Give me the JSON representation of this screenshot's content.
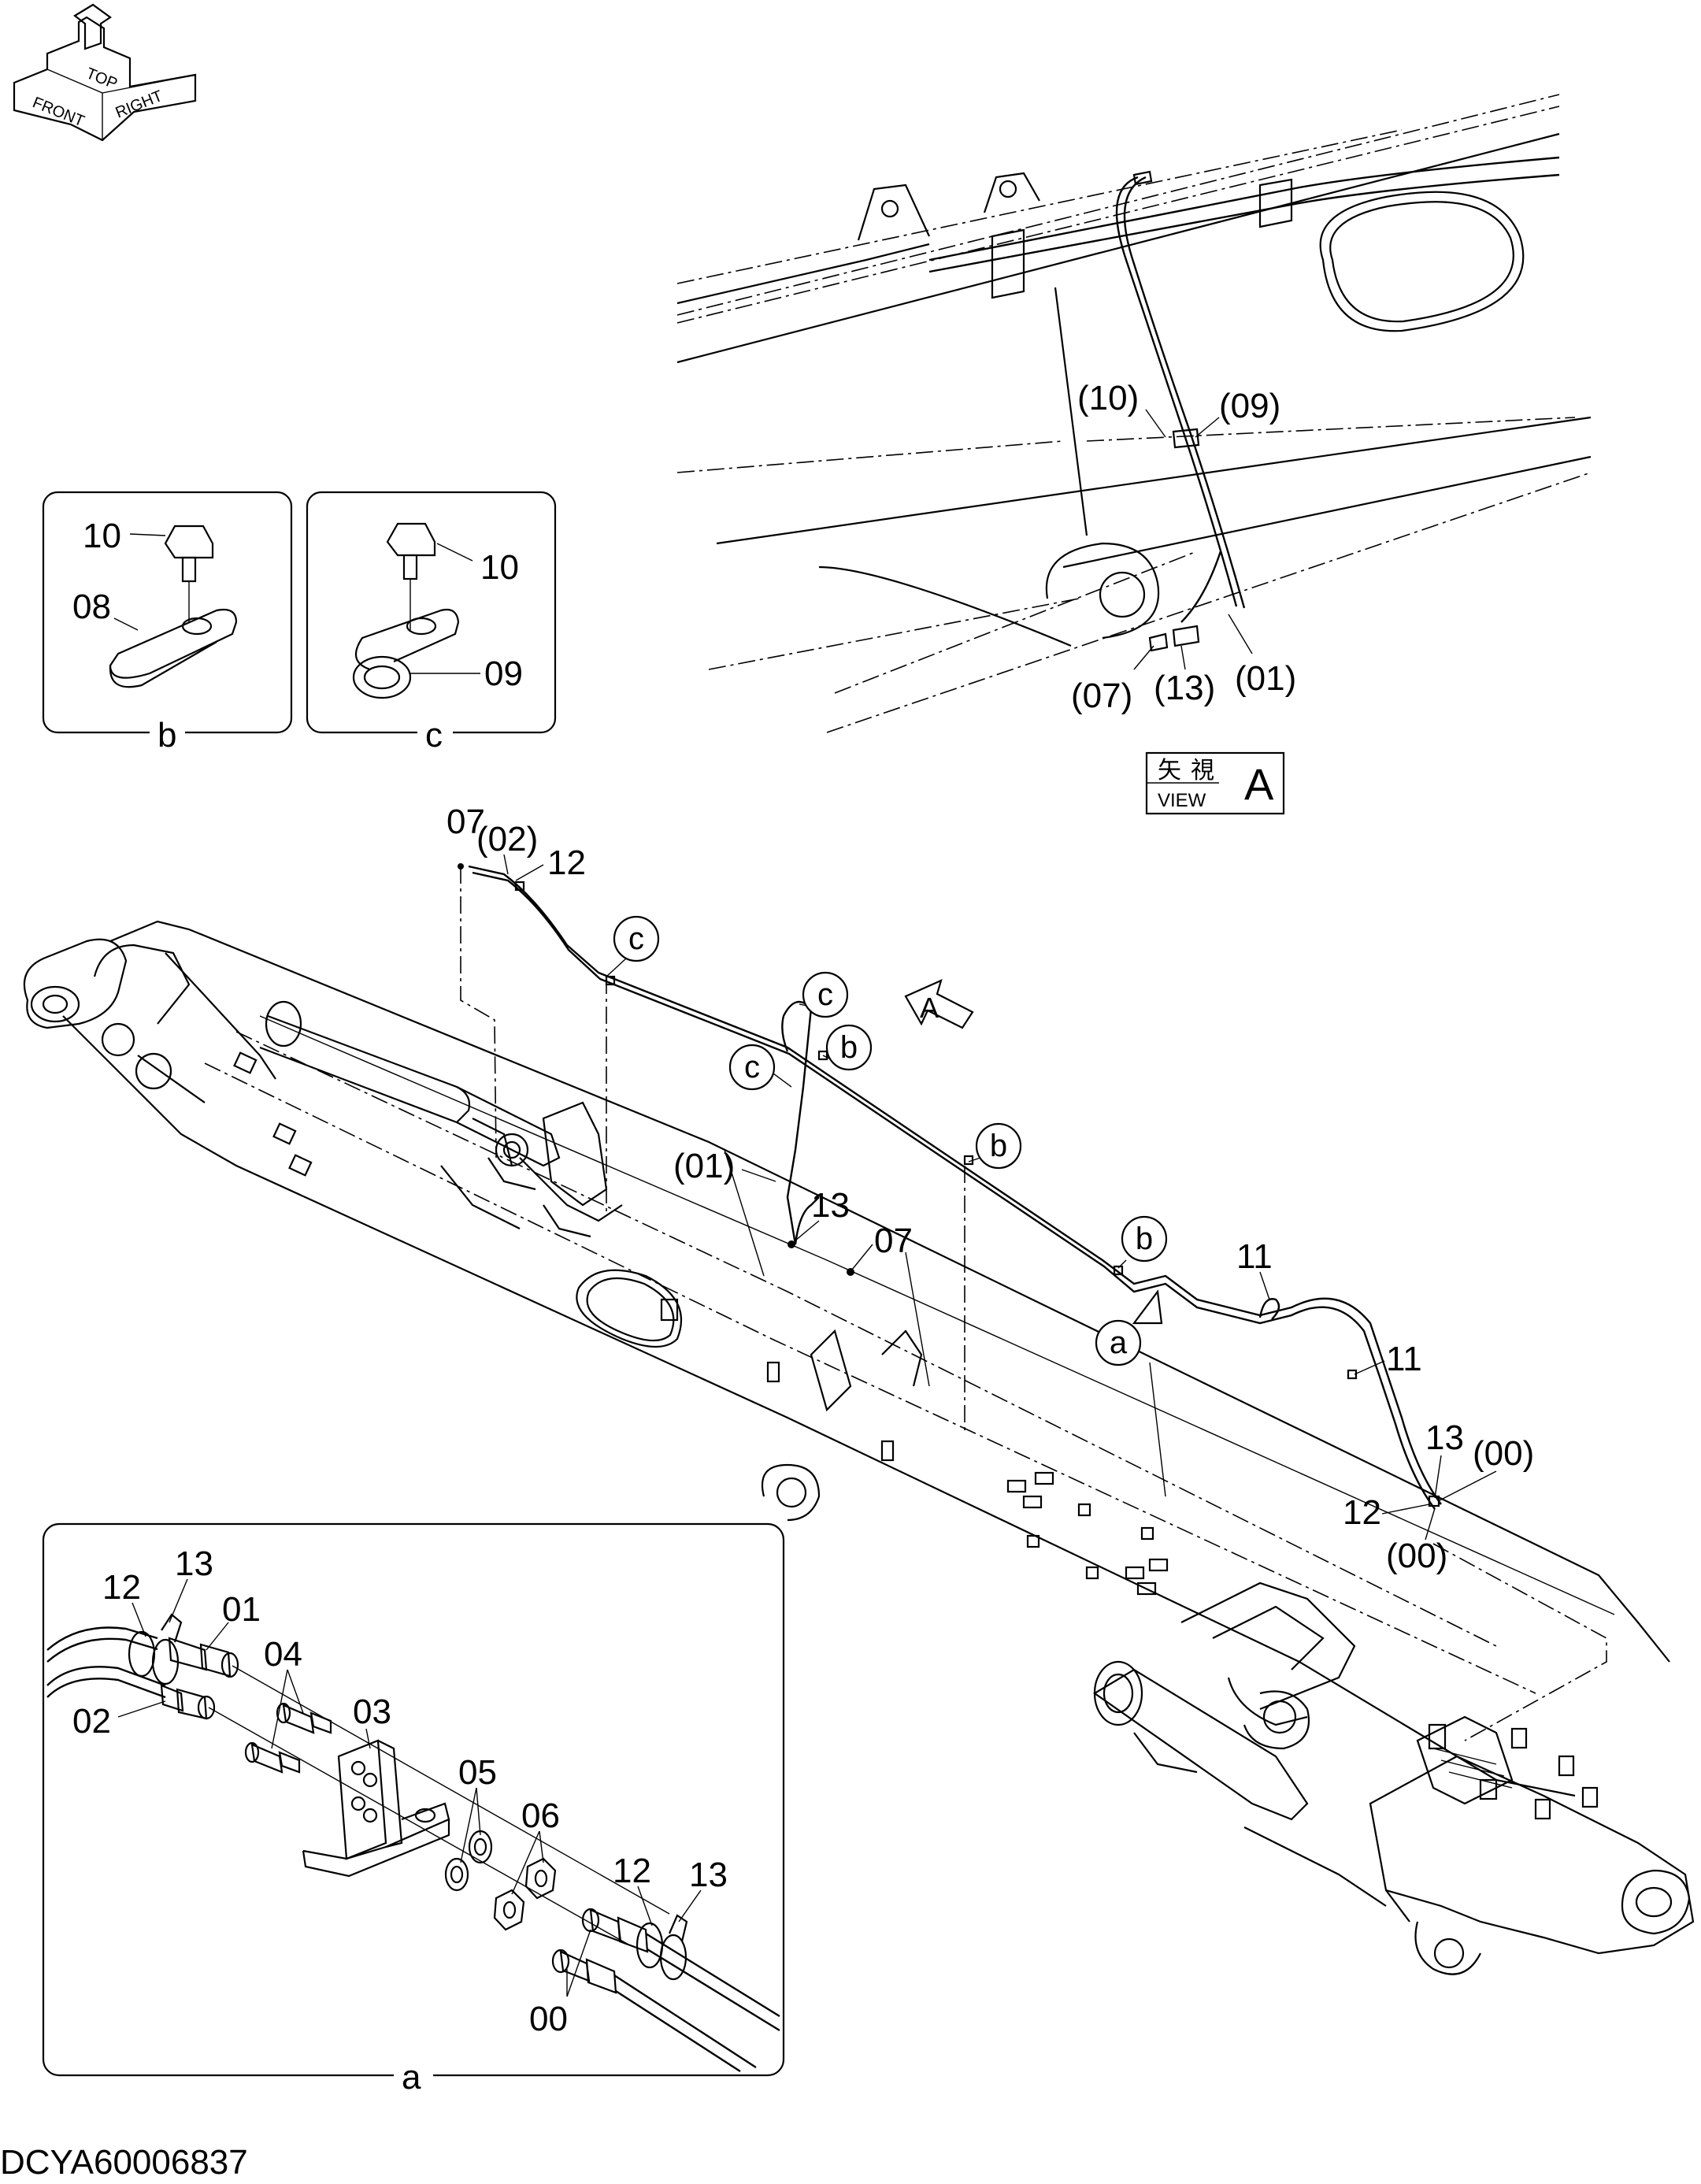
{
  "drawing_id": "DCYA60006837",
  "orientation": {
    "icon": "orientation-cube-icon",
    "labels": [
      "FRONT",
      "TOP",
      "RIGHT"
    ]
  },
  "view": {
    "kanji_1": "矢",
    "kanji_2": "視",
    "caption": "VIEW",
    "letter": "A",
    "arrow_letter": "A"
  },
  "detail_b": {
    "caption": "b",
    "labels": [
      "10",
      "08"
    ]
  },
  "detail_c": {
    "caption": "c",
    "labels": [
      "10",
      "09"
    ]
  },
  "detail_a": {
    "caption": "a",
    "labels": [
      "12",
      "13",
      "01",
      "02",
      "04",
      "03",
      "05",
      "06",
      "12",
      "13",
      "00"
    ]
  },
  "view_a_labels": [
    "(10)",
    "(09)",
    "(07)",
    "(13)",
    "(01)"
  ],
  "main_labels": {
    "top_07": "07",
    "top_02": "(02)",
    "top_12": "12",
    "hose_01": "(01)",
    "clip_13": "13",
    "bolt_07": "07",
    "loop_11": "11",
    "clamp_11": "11",
    "end_13": "13",
    "end_00_top": "(00)",
    "end_12": "12",
    "end_00_bottom": "(00)"
  },
  "circle_callouts": {
    "c1": "c",
    "c2": "c",
    "c3": "c",
    "b1": "b",
    "b2": "b",
    "b3": "b",
    "a1": "a"
  }
}
